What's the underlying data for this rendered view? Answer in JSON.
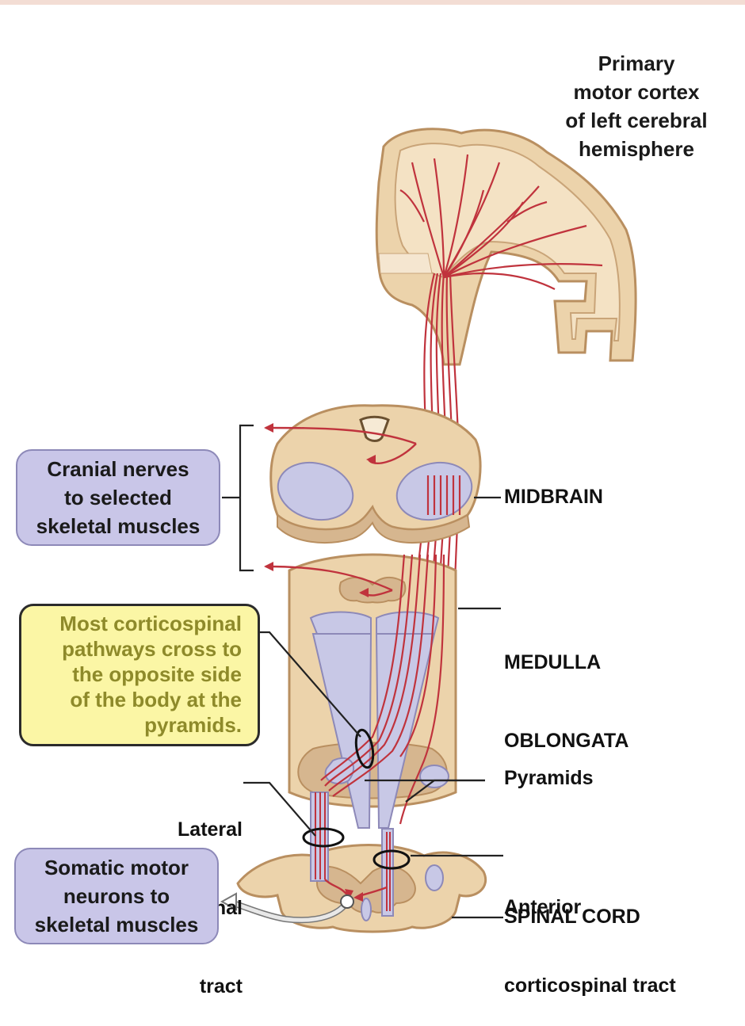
{
  "primary_motor_cortex": [
    "Primary",
    "motor cortex",
    "of left cerebral",
    "hemisphere"
  ],
  "cranial_nerves": [
    "Cranial nerves",
    "to selected",
    "skeletal muscles"
  ],
  "crossing_note": [
    "Most corticospinal",
    "pathways cross to",
    "the opposite side",
    "of the body at the",
    "pyramids."
  ],
  "lateral_tract": [
    "Lateral",
    "corticospinal",
    "tract"
  ],
  "somatic_motor": [
    "Somatic motor",
    "neurons to",
    "skeletal muscles"
  ],
  "midbrain": "MIDBRAIN",
  "medulla": [
    "MEDULLA",
    "OBLONGATA"
  ],
  "pyramids": "Pyramids",
  "anterior_tract": [
    "Anterior",
    "corticospinal tract"
  ],
  "spinal_cord": "SPINAL CORD",
  "colors": {
    "tissue": "#ecd3ab",
    "tissue_edge": "#b98f60",
    "grey_matter": "#d6b68f",
    "white_tract": "#c8c8e6",
    "fiber": "#c0333d",
    "label_purple": "#c9c6e8",
    "label_yellow": "#fbf6a5",
    "label_pink": "#f0a3a0"
  }
}
